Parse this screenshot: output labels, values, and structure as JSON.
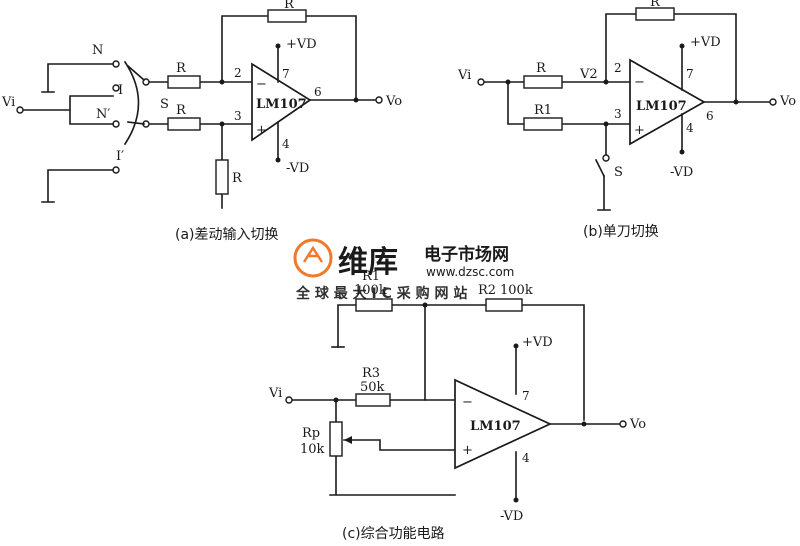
{
  "watermark": {
    "brand": "维库",
    "tagline": "电子市场网",
    "url": "www.dzsc.com",
    "slogan": "全 球 最 大 I C 采 购 网 站",
    "brand_color": "#f07a2a"
  },
  "circuit_a": {
    "caption": "(a)差动输入切换",
    "r_feedback": "R",
    "r_in_top": "R",
    "r_in_bottom": "R",
    "r_ground": "R",
    "switch_label": "S",
    "node_n": "N",
    "node_i": "I",
    "node_n_prime": "N′",
    "node_i_prime": "I′",
    "input": "Vi",
    "output": "Vo",
    "supply_pos": "+VD",
    "supply_neg": "-VD",
    "chip": "LM107",
    "pin_inv": "2",
    "pin_noninv": "3",
    "pin_vpos": "7",
    "pin_vneg": "4",
    "pin_out": "6",
    "sign_minus": "−",
    "sign_plus": "+"
  },
  "circuit_b": {
    "caption": "(b)单刀切换",
    "r_feedback": "R",
    "r_in": "R",
    "r1": "R1",
    "node_v2": "V2",
    "switch_label": "S",
    "input": "Vi",
    "output": "Vo",
    "supply_pos": "+VD",
    "supply_neg": "-VD",
    "chip": "LM107",
    "pin_inv": "2",
    "pin_noninv": "3",
    "pin_vpos": "7",
    "pin_vneg": "4",
    "pin_out": "6",
    "sign_minus": "−",
    "sign_plus": "+"
  },
  "circuit_c": {
    "caption": "(c)综合功能电路",
    "r1_name": "R1",
    "r1_value": "100k",
    "r2_name": "R2",
    "r2_value": "100k",
    "r3_name": "R3",
    "r3_value": "50k",
    "rp_name": "Rp",
    "rp_value": "10k",
    "input": "Vi",
    "output": "Vo",
    "supply_pos": "+VD",
    "supply_neg": "-VD",
    "chip": "LM107",
    "pin_vpos": "7",
    "pin_vneg": "4",
    "sign_minus": "−",
    "sign_plus": "+"
  }
}
